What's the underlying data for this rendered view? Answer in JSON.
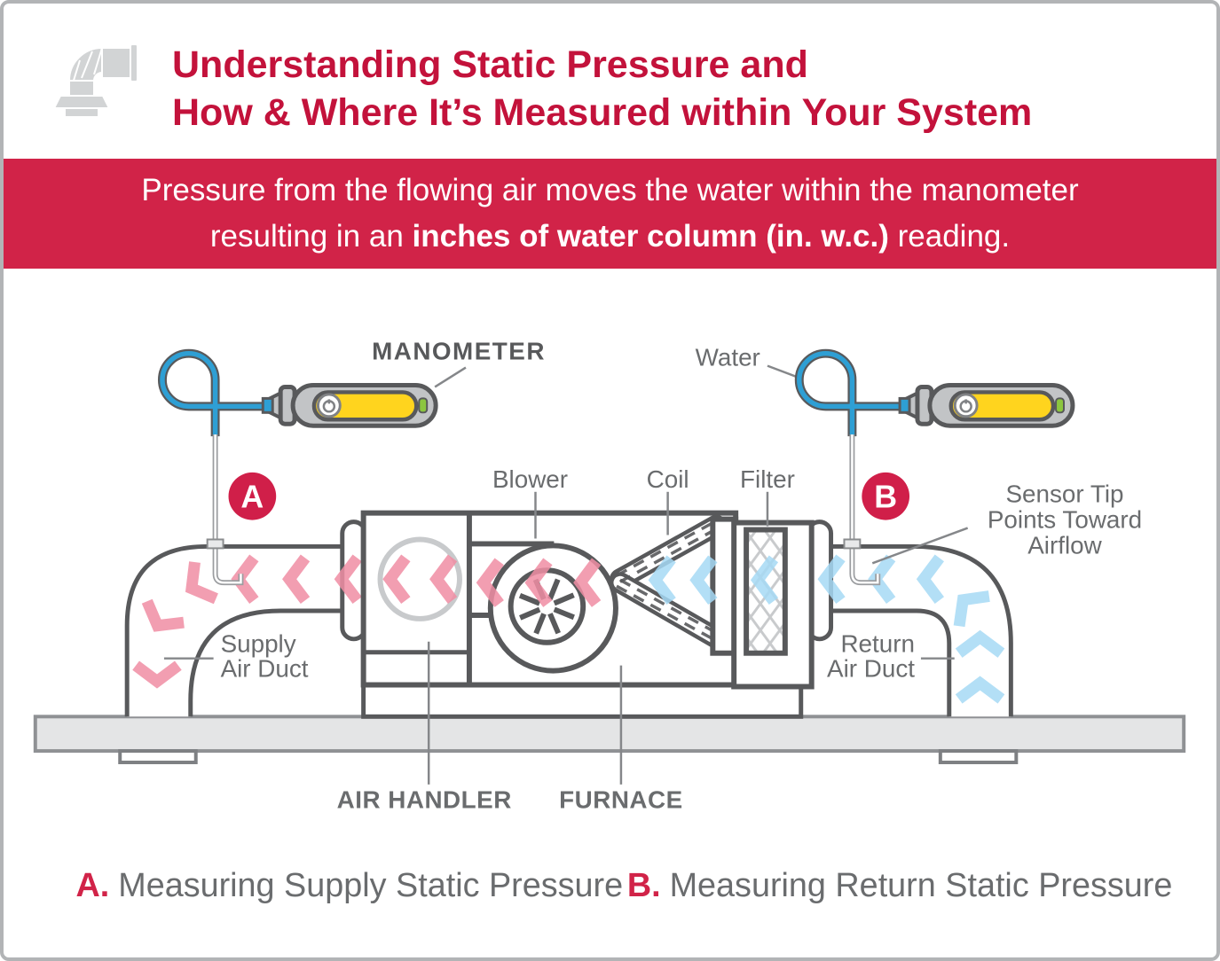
{
  "header": {
    "icon": "duct-elbow-icon",
    "title_line1": "Understanding Static Pressure and",
    "title_line2": "How & Where It’s Measured within Your System"
  },
  "banner": {
    "line1": "Pressure from the flowing air moves the water within the manometer",
    "line2_pre": "resulting in an ",
    "line2_bold": "inches of water column (in. w.c.)",
    "line2_post": " reading."
  },
  "diagram": {
    "labels": {
      "manometer": "MANOMETER",
      "water": "Water",
      "blower": "Blower",
      "coil": "Coil",
      "filter": "Filter",
      "sensor_tip": [
        "Sensor Tip",
        "Points Toward",
        "Airflow"
      ],
      "supply_duct": [
        "Supply",
        "Air Duct"
      ],
      "return_duct": [
        "Return",
        "Air Duct"
      ],
      "air_handler": "AIR HANDLER",
      "furnace": "FURNACE",
      "badge_a": "A",
      "badge_b": "B"
    }
  },
  "captions": {
    "a_letter": "A.",
    "a_text": "Measuring Supply Static Pressure",
    "b_letter": "B.",
    "b_text": "Measuring Return Static Pressure"
  },
  "colors": {
    "title-red": "#C3123B",
    "banner-red": "#D12348",
    "badge-red": "#D01F49",
    "pink": "#F08EA4",
    "sky-blue": "#A6DAF5",
    "tube-blue": "#2E9FD4",
    "screen-yellow": "#FFD41E",
    "led-green": "#8CC63F",
    "outline": "#58595B",
    "mid-gray": "#6A6C6E",
    "probe-gray": "#9B9DA0",
    "device-gray": "#C2C4C6",
    "light-gray": "#D2D4D5",
    "floor-fill": "#E4E5E6",
    "floor-edge": "#8F9194",
    "hatch-gray": "#C8CACC"
  }
}
